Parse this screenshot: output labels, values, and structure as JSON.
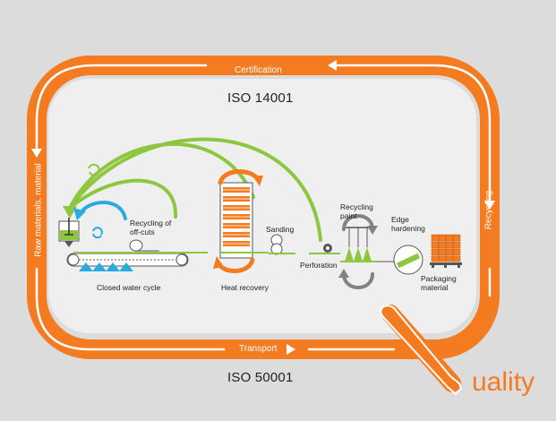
{
  "ring": {
    "top": "Certification",
    "bottom": "Transport",
    "left": "Raw materials, material",
    "right": "Recycling"
  },
  "standards": {
    "top": "ISO 14001",
    "bottom": "ISO 50001"
  },
  "process": {
    "recycling_offcuts_1": "Recycling of",
    "recycling_offcuts_2": "off-cuts",
    "closed_water": "Closed water cycle",
    "heat_recovery": "Heat recovery",
    "sanding": "Sanding",
    "perforation": "Perforation",
    "recycling_paint_1": "Recycling",
    "recycling_paint_2": "paint",
    "edge_hardening_1": "Edge",
    "edge_hardening_2": "hardening",
    "packaging_1": "Packaging",
    "packaging_2": "material"
  },
  "brand": {
    "quality": "uality"
  },
  "colors": {
    "orange": "#f47b20",
    "green": "#8dc63f",
    "blue": "#29abe2",
    "grey": "#808285",
    "background": "#dcdcdc"
  }
}
